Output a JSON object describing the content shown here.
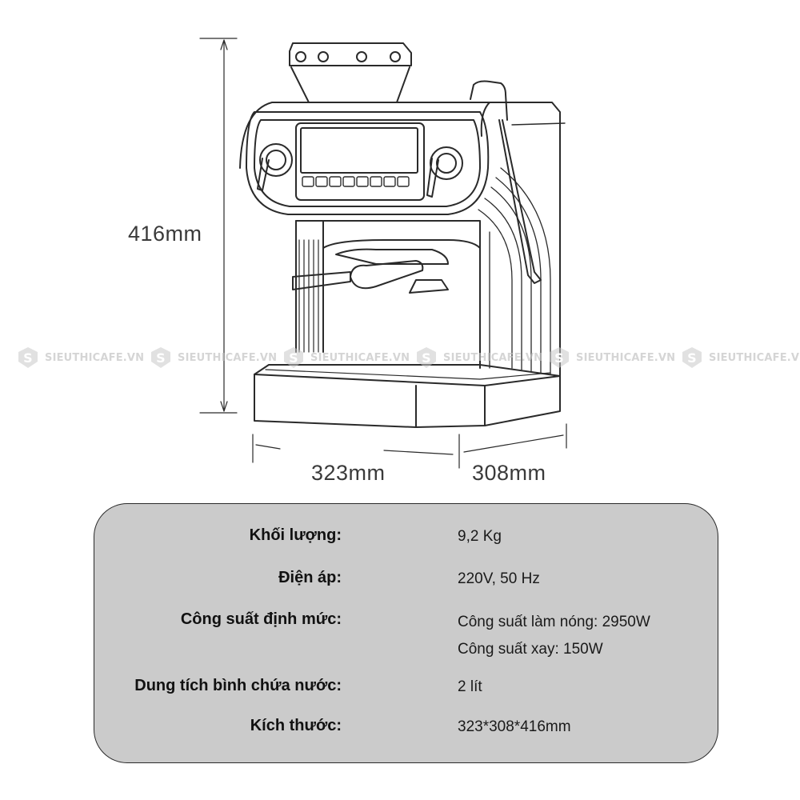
{
  "dimensions": {
    "height_label": "416mm",
    "width_label": "323mm",
    "depth_label": "308mm"
  },
  "watermark": {
    "text": "SIEUTHICAFE.VN",
    "logo_icon": "s-shield-icon",
    "color": "#bfbfbf"
  },
  "specs": [
    {
      "label": "Khối lượng:",
      "values": [
        "9,2 Kg"
      ]
    },
    {
      "label": "Điện áp:",
      "values": [
        "220V, 50 Hz"
      ]
    },
    {
      "label": "Công suất định mức:",
      "values": [
        "Công suất làm nóng: 2950W",
        "Công suất xay: 150W"
      ]
    },
    {
      "label": "Dung tích bình chứa nước:",
      "values": [
        "2 lít"
      ]
    },
    {
      "label": "Kích thước:",
      "values": [
        "323*308*416mm"
      ]
    }
  ],
  "colors": {
    "panel_bg": "#cbcbcb",
    "line": "#2a2a2a"
  }
}
